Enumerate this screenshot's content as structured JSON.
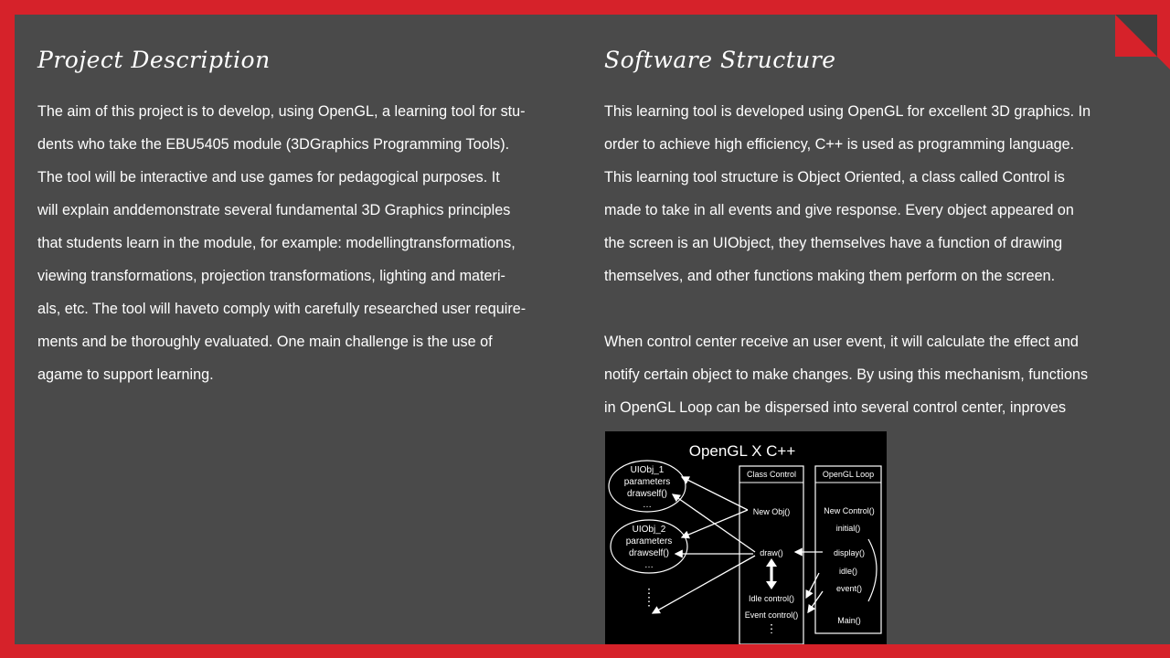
{
  "colors": {
    "frame": "#d6222a",
    "background": "#4a4a4a",
    "text": "#ffffff",
    "diagram_bg": "#000000"
  },
  "left": {
    "title": "Project Description",
    "lines": [
      "The aim of this project is to develop, using OpenGL, a learning tool for stu-",
      "dents who take the EBU5405 module (3DGraphics Programming Tools).",
      "The tool will be interactive and use games for pedagogical purposes. It",
      "will explain anddemonstrate several fundamental 3D Graphics principles",
      "that students learn in the module, for example: modellingtransformations,",
      "viewing transformations, projection transformations, lighting and materi-",
      "als, etc. The tool will haveto comply with carefully researched user require-",
      "ments and be thoroughly evaluated. One main challenge is the use of",
      "agame to support learning."
    ]
  },
  "right": {
    "title": "Software Structure",
    "para1": [
      "This learning tool is developed using OpenGL for excellent 3D graphics. In",
      "order to achieve high efficiency, C++ is used as programming language.",
      "This learning tool structure is Object Oriented, a class called Control is",
      "made to take in all events and give response. Every object appeared on",
      "the screen is an UIObject, they themselves have a function of drawing",
      "themselves, and other functions making them perform on the screen."
    ],
    "para2": [
      "When control center receive an user event, it will calculate the effect and",
      "notify certain object to make changes. By using this mechanism, functions",
      "in OpenGL Loop can be dispersed into several control center, inproves"
    ]
  },
  "diagram": {
    "title": "OpenGL  X  C++",
    "uiobj1": [
      "UIObj_1",
      "parameters",
      "drawself()",
      "…"
    ],
    "uiobj2": [
      "UIObj_2",
      "parameters",
      "drawself()",
      "…"
    ],
    "control_header": "Class Control",
    "control_items": [
      "New Obj()",
      "draw()",
      "Idle control()",
      "Event control()"
    ],
    "loop_header": "OpenGL Loop",
    "loop_items": [
      "New Control()",
      "initial()",
      "display()",
      "idle()",
      "event()",
      "Main()"
    ]
  }
}
